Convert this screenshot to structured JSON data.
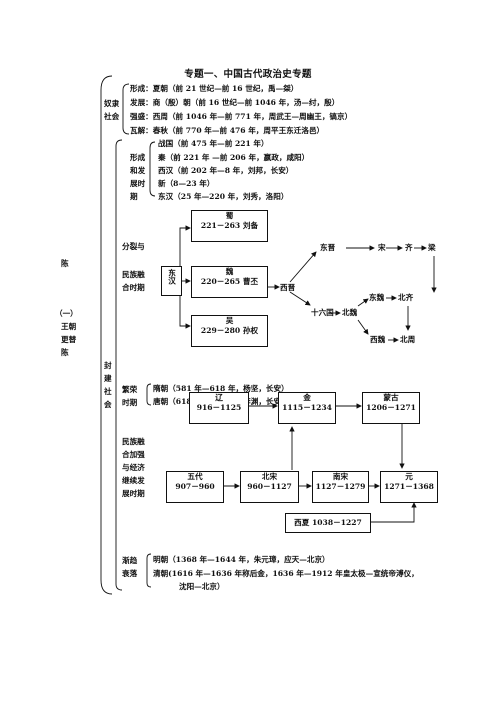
{
  "title": "专题一、中国古代政治史专题",
  "left": {
    "chen": "陈",
    "label_1": "（一）",
    "label_2": "王朝",
    "label_3": "更替",
    "label_4": "陈"
  },
  "slave": {
    "label_1": "奴隶",
    "label_2": "社会",
    "rows": [
      "形成：夏朝（前 21 世纪—前 16 世纪，禹—桀）",
      "发展：商（殷）朝（前 16 世纪—前 1046 年，汤—纣，殷）",
      "强盛：西周（前 1046 年—前 771 年，周武王—周幽王，镐京）",
      "瓦解：春秋（前 770 年—前 476 年，周平王东迁洛邑）"
    ]
  },
  "feudal": {
    "c1": "封",
    "c2": "建",
    "c3": "社",
    "c4": "会"
  },
  "formation": {
    "label": [
      "形成",
      "和发",
      "展时",
      "期"
    ],
    "rows": [
      "战国（前 475 年—前 221 年）",
      "秦（前 221 年 —前 206 年，嬴政，咸阳）",
      "西汉（前 202 年—8 年，刘邦，长安）",
      "新（8—23 年）",
      "东汉（25 年—220 年，刘秀，洛阳）"
    ]
  },
  "split": {
    "label": [
      "分裂与",
      "民族融",
      "合时期"
    ],
    "donghan": "东汉",
    "shu": {
      "name": "蜀",
      "years": "221－263 刘备"
    },
    "wei": {
      "name": "魏",
      "years": "220－265 曹丕"
    },
    "wu": {
      "name": "吴",
      "years": "229－280 孙权"
    },
    "xijin": "西晋",
    "dongjin": "东晋",
    "song": "宋",
    "qi": "齐",
    "liang": "梁",
    "shiliuguo": "十六国",
    "beiwei": "北魏",
    "dongwei": "东魏",
    "beiqi": "北齐",
    "xiwei": "西魏",
    "beizhou": "北周"
  },
  "prosper": {
    "label": [
      "繁荣",
      "时期"
    ],
    "rows": [
      "隋朝（581 年—618 年，杨坚，长安）",
      "唐朝（618 年—907 年，李渊，长安）"
    ]
  },
  "ethnic": {
    "label": [
      "民族融",
      "合加强",
      "与经济",
      "继续发",
      "展时期"
    ],
    "liao": {
      "name": "辽",
      "years": "916－1125"
    },
    "jin": {
      "name": "金",
      "years": "1115－1234"
    },
    "menggu": {
      "name": "蒙古",
      "years": "1206－1271"
    },
    "wudai": {
      "name": "五代",
      "years": "907－960"
    },
    "beisong": {
      "name": "北宋",
      "years": "960－1127"
    },
    "nansong": {
      "name": "南宋",
      "years": "1127－1279"
    },
    "yuan": {
      "name": "元",
      "years": "1271－1368"
    },
    "xixia": "西夏  1038－1227"
  },
  "decline": {
    "label": [
      "渐趋",
      "衰落"
    ],
    "rows": [
      "明朝（1368 年—1644 年，朱元璋，应天—北京）",
      "清朝(1616 年—1636 年称后金，1636 年—1912 年皇太极—宣统帝溥仪，",
      "沈阳—北京）"
    ]
  }
}
